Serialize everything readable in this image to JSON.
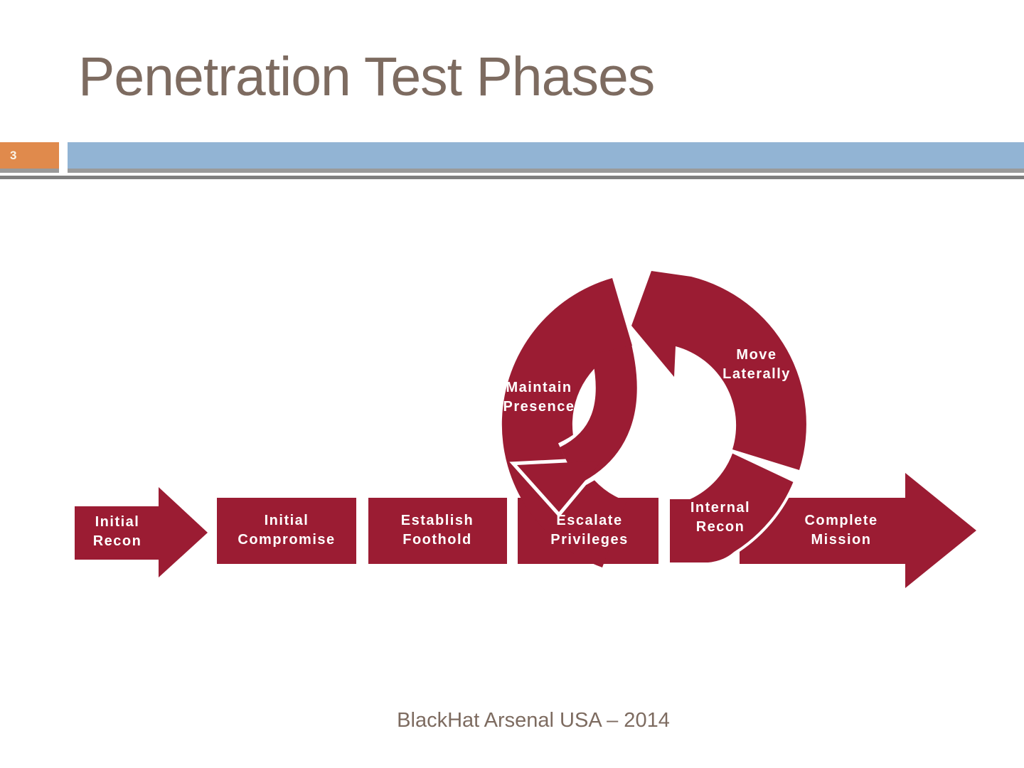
{
  "slide": {
    "title": "Penetration Test Phases",
    "page_number": "3",
    "footer": "BlackHat Arsenal USA – 2014"
  },
  "diagram": {
    "type": "attack-lifecycle-flow",
    "flow_phases": [
      {
        "line1": "Initial",
        "line2": "Recon"
      },
      {
        "line1": "Initial",
        "line2": "Compromise"
      },
      {
        "line1": "Establish",
        "line2": "Foothold"
      },
      {
        "line1": "Escalate",
        "line2": "Privileges"
      },
      {
        "line1": "Internal",
        "line2": "Recon"
      },
      {
        "line1": "Complete",
        "line2": "Mission"
      }
    ],
    "loop_phases": [
      {
        "line1": "Maintain",
        "line2": "Presence"
      },
      {
        "line1": "Move",
        "line2": "Laterally"
      }
    ],
    "colors": {
      "shape_maroon": "#9B1C33",
      "label_text": "#FFFFFF",
      "title_text": "#7D6B60",
      "page_number_box": "#E08A4C",
      "accent_bar_blue": "#92B4D4",
      "divider_gray": "#7F7F7F"
    }
  }
}
